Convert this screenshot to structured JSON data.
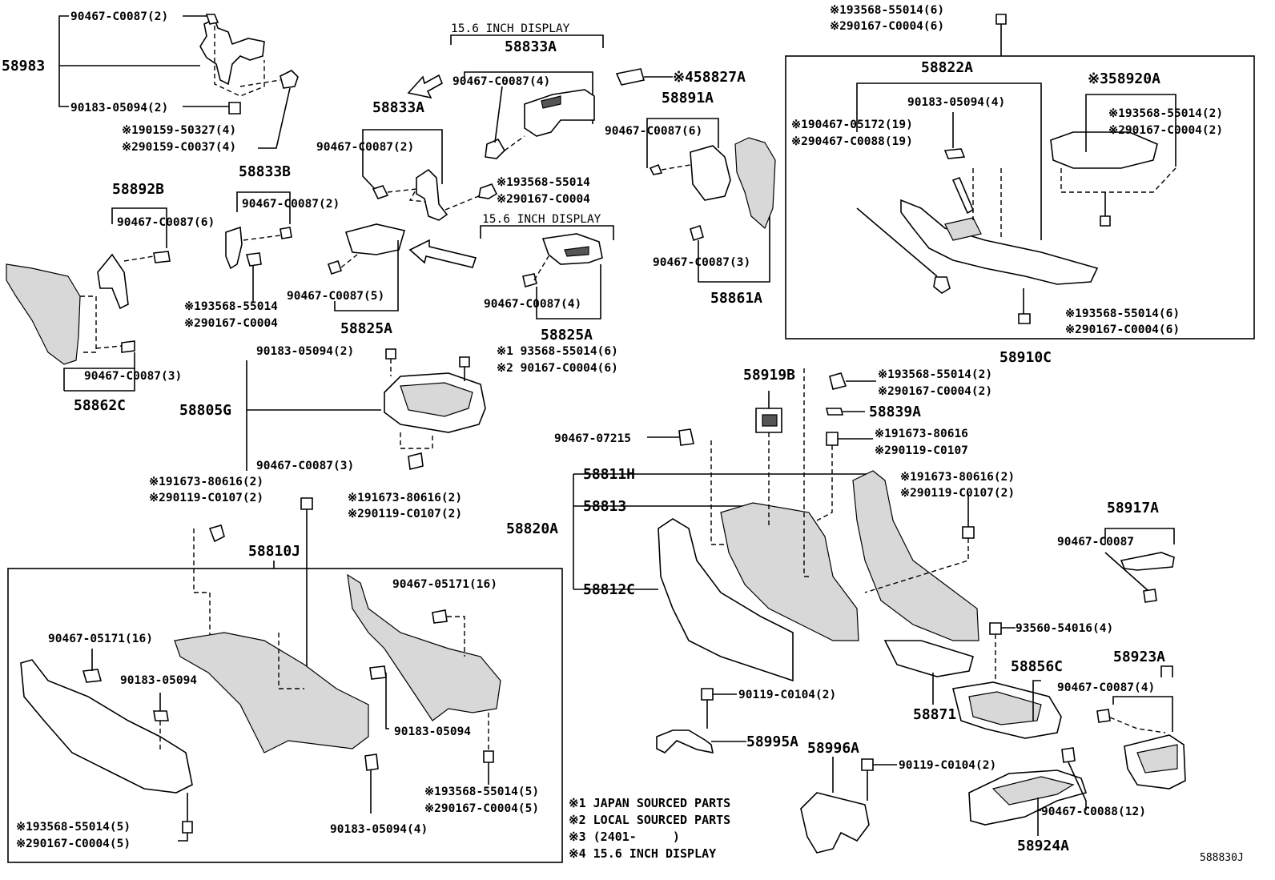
{
  "labels": {
    "l58983": "58983",
    "l90467_c0087_2_a": "90467-C0087(2)",
    "l90183_05094_2_a": "90183-05094(2)",
    "l90159_50327": "※190159-50327(4)",
    "l90159_c0037": "※290159-C0037(4)",
    "l15_6_a": "15.6 INCH DISPLAY",
    "l58833a_top": "58833A",
    "l90467_c0087_4_a": "90467-C0087(4)",
    "l58833a_mid": "58833A",
    "l90467_c0087_2_b": "90467-C0087(2)",
    "l93568_55014_s1": "※193568-55014",
    "l90167_c0004_s2": "※290167-C0004",
    "l15_6_b": "15.6 INCH DISPLAY",
    "l58827a": "※458827A",
    "l58891a": "58891A",
    "l90467_c0087_6_a": "90467-C0087(6)",
    "l90467_c0087_3_a": "90467-C0087(3)",
    "l58861a": "58861A",
    "l58892b": "58892B",
    "l90467_c0087_6_b": "90467-C0087(6)",
    "l58833b": "58833B",
    "l90467_c0087_2_c": "90467-C0087(2)",
    "l93568_55014_b": "※193568-55014",
    "l90167_c0004_b": "※290167-C0004",
    "l90467_c0087_5": "90467-C0087(5)",
    "l58825a_left": "58825A",
    "l90467_c0087_4_b": "90467-C0087(4)",
    "l58825a_right": "58825A",
    "l90467_c0087_3_b": "90467-C0087(3)",
    "l58862c": "58862C",
    "l90183_05094_2_b": "90183-05094(2)",
    "l93568_55014_6_a": "※1 93568-55014(6)",
    "l90167_c0004_6_a": "※2 90167-C0004(6)",
    "l58805g": "58805G",
    "l90467_c0087_3_c": "90467-C0087(3)",
    "l93568_55014_6_top": "※193568-55014(6)",
    "l90167_c0004_6_top": "※290167-C0004(6)",
    "l58822a": "58822A",
    "l90183_05094_4_a": "90183-05094(4)",
    "l90467_05172": "※190467-05172(19)",
    "l90467_c0088_19": "※290467-C0088(19)",
    "l58920a": "※358920A",
    "l93568_55014_2_a": "※193568-55014(2)",
    "l90167_c0004_2_a": "※290167-C0004(2)",
    "l93568_55014_6_b": "※193568-55014(6)",
    "l90167_c0004_6_b": "※290167-C0004(6)",
    "l58910c": "58910C",
    "l58919b": "58919B",
    "l93568_55014_2_b": "※193568-55014(2)",
    "l90167_c0004_2_b": "※290167-C0004(2)",
    "l58839a": "58839A",
    "l90467_07215": "90467-07215",
    "l91673_80616_a": "※191673-80616",
    "l90119_c0107_a": "※290119-C0107",
    "l58811h": "58811H",
    "l91673_80616_2_a": "※191673-80616(2)",
    "l90119_c0107_2_a": "※290119-C0107(2)",
    "l58813": "58813",
    "l58820a": "58820A",
    "l58812c": "58812C",
    "l58917a": "58917A",
    "l90467_c0087": "90467-C0087",
    "l93560_54016": "93560-54016(4)",
    "l58856c": "58856C",
    "l58923a": "58923A",
    "l90467_c0087_4_c": "90467-C0087(4)",
    "l58871": "58871",
    "l90119_c0104_2_a": "90119-C0104(2)",
    "l58995a": "58995A",
    "l58996a": "58996A",
    "l90119_c0104_2_b": "90119-C0104(2)",
    "l90467_c0088_12": "90467-C0088(12)",
    "l58924a": "58924A",
    "l91673_80616_2_b": "※191673-80616(2)",
    "l90119_c0107_2_b": "※290119-C0107(2)",
    "l91673_80616_2_c": "※191673-80616(2)",
    "l90119_c0107_2_c": "※290119-C0107(2)",
    "l58810j": "58810J",
    "l90467_05171_16_a": "90467-05171(16)",
    "l90467_05171_16_b": "90467-05171(16)",
    "l90183_05094_a": "90183-05094",
    "l90183_05094_b": "90183-05094",
    "l93568_55014_5_a": "※193568-55014(5)",
    "l90167_c0004_5_a": "※290167-C0004(5)",
    "l93568_55014_5_b": "※193568-55014(5)",
    "l90167_c0004_5_b": "※290167-C0004(5)",
    "l90183_05094_4_b": "90183-05094(4)"
  },
  "notes": {
    "n1": "※1 JAPAN SOURCED PARTS",
    "n2": "※2 LOCAL SOURCED PARTS",
    "n3": "※3 (2401-　　　)",
    "n4": "※4 15.6 INCH DISPLAY"
  },
  "diagram_id": "588830J"
}
